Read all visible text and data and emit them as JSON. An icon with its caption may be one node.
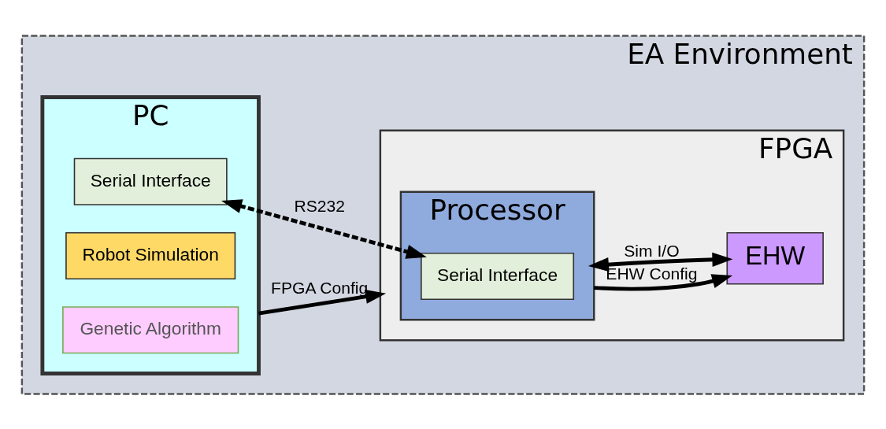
{
  "diagram": {
    "nodes": [
      {
        "text": [
          "EA Environment"
        ]
      },
      {
        "text": [
          "PC"
        ],
        "in": 0
      },
      {
        "text": [
          "Genetic Algorithm"
        ],
        "in": 1
      },
      {
        "text": [
          "Robot Simulation"
        ],
        "in": 1
      },
      {
        "text": [
          "Serial Interface"
        ],
        "in": 1
      },
      {
        "text": [
          "FPGA"
        ],
        "in": 0
      },
      {
        "text": [
          "Processor"
        ],
        "in": 5
      },
      {
        "text": [
          "Serial Interface"
        ],
        "in": 6
      },
      {
        "text": [
          "EHW"
        ],
        "in": 5
      }
    ],
    "edges": [
      {
        "from": 1,
        "to": 5,
        "arrow": "to",
        "label": "FPGA Config"
      },
      {
        "from": 6,
        "to": 8,
        "arrow": "to",
        "label": "EHW Config"
      },
      {
        "from": 6,
        "to": 8,
        "arrow": "both",
        "label": "Sim I/O"
      },
      {
        "from": 4,
        "to": 7,
        "arrow": "both",
        "label": "RS232",
        "style": "dashed"
      }
    ]
  }
}
